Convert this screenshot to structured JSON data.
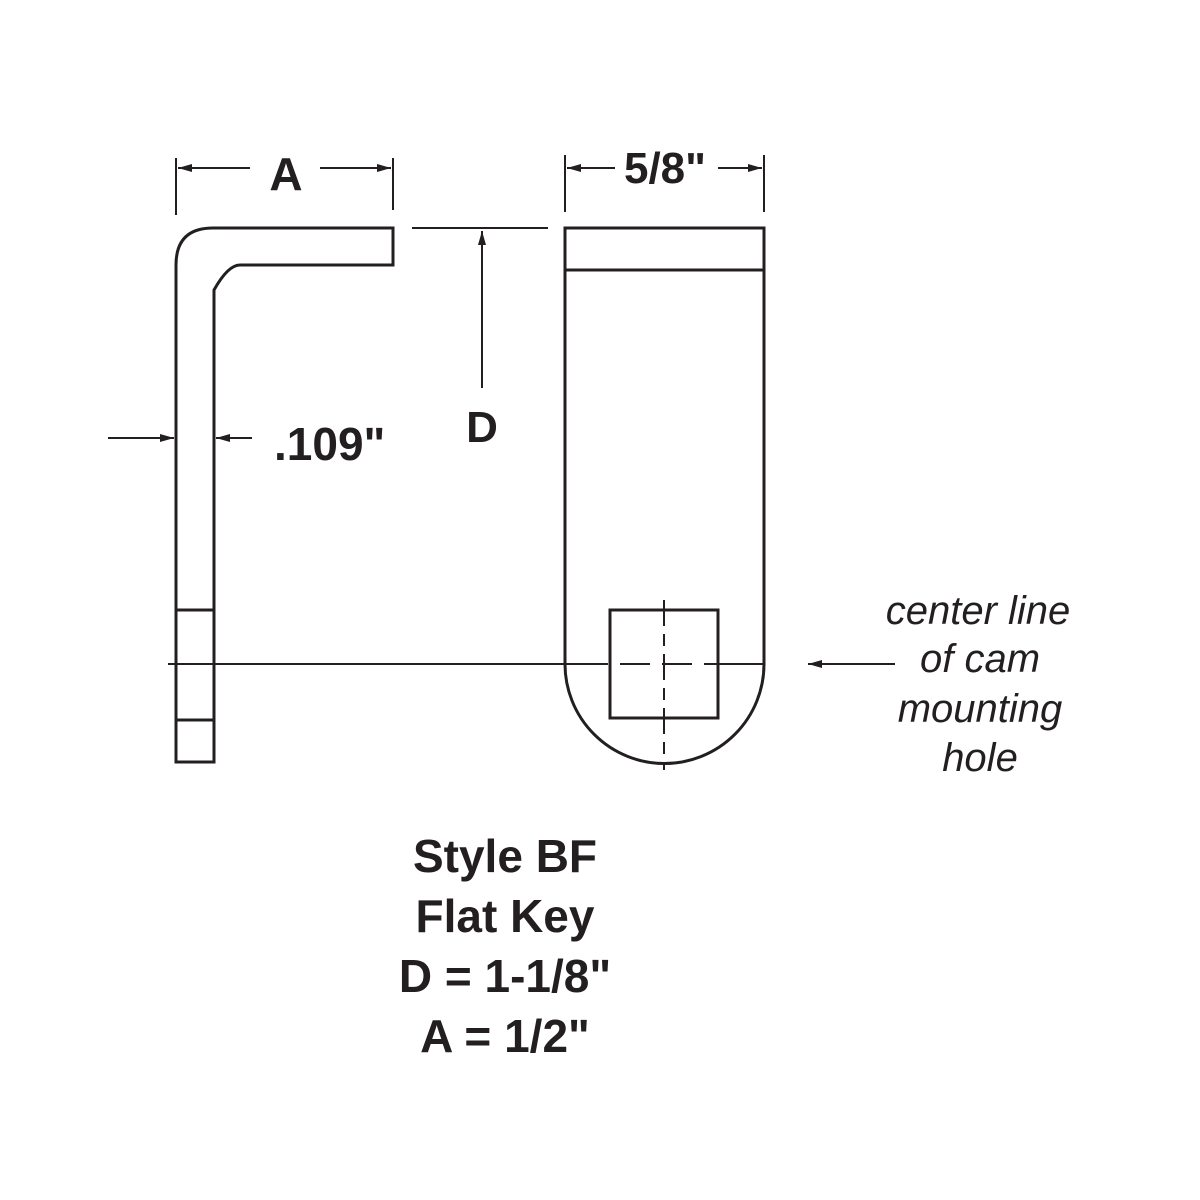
{
  "dimensions": {
    "a_label": "A",
    "width_label": "5/8\"",
    "d_label": "D",
    "thickness_label": ".109\""
  },
  "callout": {
    "lines": [
      "center line",
      "of cam",
      "mounting",
      "hole"
    ]
  },
  "caption": {
    "lines": [
      "Style BF",
      "Flat Key",
      "D = 1-1/8\"",
      "A = 1/2\""
    ]
  },
  "colors": {
    "ink": "#231f20",
    "background": "#ffffff"
  }
}
